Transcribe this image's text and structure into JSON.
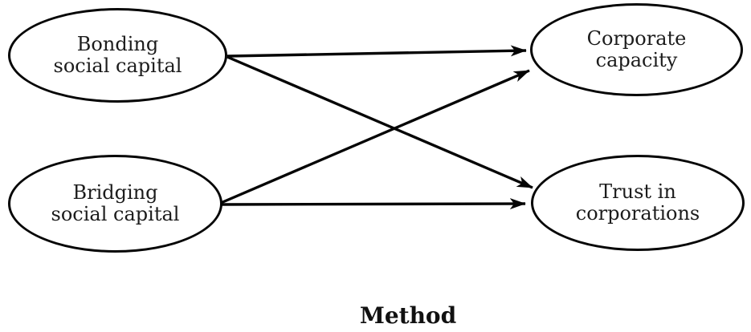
{
  "diagram": {
    "type": "path-model",
    "nodes": [
      {
        "id": "bonding",
        "label": "Bonding social capital",
        "line1": "Bonding",
        "line2": "social capital"
      },
      {
        "id": "corporate",
        "label": "Corporate capacity",
        "line1": "Corporate",
        "line2": "capacity"
      },
      {
        "id": "bridging",
        "label": "Bridging social capital",
        "line1": "Bridging",
        "line2": "social capital"
      },
      {
        "id": "trust",
        "label": "Trust in corporations",
        "line1": "Trust in",
        "line2": "corporations"
      }
    ],
    "edges": [
      {
        "from": "Bonding social capital",
        "to": "Corporate capacity",
        "arrow": "end"
      },
      {
        "from": "Bonding social capital",
        "to": "Trust in corporations",
        "arrow": "end"
      },
      {
        "from": "Bridging social capital",
        "to": "Corporate capacity",
        "arrow": "end"
      },
      {
        "from": "Bridging social capital",
        "to": "Trust in corporations",
        "arrow": "end"
      }
    ],
    "caption": "Method",
    "colors": {
      "stroke": "#050505",
      "text": "#1c1c1c",
      "background": "#ffffff"
    }
  }
}
